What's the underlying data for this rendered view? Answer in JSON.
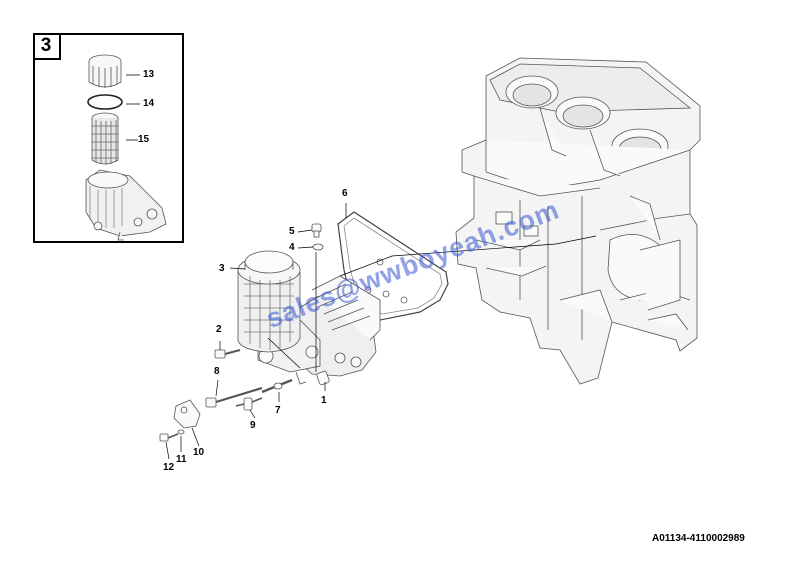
{
  "inset": {
    "number": "3"
  },
  "callouts": {
    "c1": "1",
    "c2": "2",
    "c3": "3",
    "c4": "4",
    "c5": "5",
    "c6": "6",
    "c7": "7",
    "c8": "8",
    "c9": "9",
    "c10": "10",
    "c11": "11",
    "c12": "12",
    "c13": "13",
    "c14": "14",
    "c15": "15"
  },
  "drawing_code": "A01134-4110002989",
  "watermark": "sales@wwboyeah.com"
}
